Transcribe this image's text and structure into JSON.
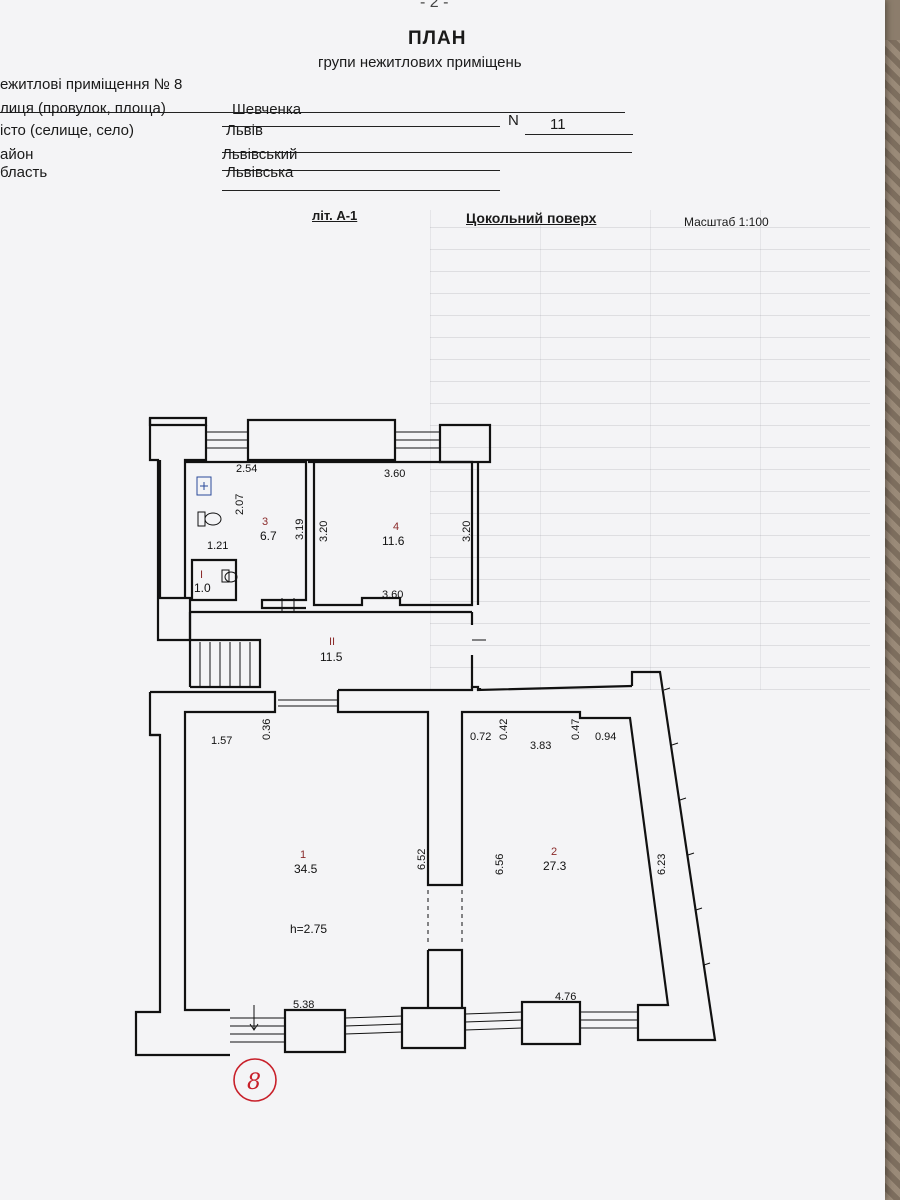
{
  "header": {
    "page_number": "- 2 -",
    "title": "ПЛАН",
    "subtitle": "групи нежитлових приміщень"
  },
  "fields": {
    "premises": "ежитлові приміщення № 8",
    "street_label": "лиця (провулок, площа)",
    "street_value": "Шевченка",
    "number_label": "N",
    "number_value": "11",
    "city_label": "істо (селище, село)",
    "city_value": "Львів",
    "district_label": "айон",
    "district_value": "Львівський",
    "region_label": "бласть",
    "region_value": "Львівська"
  },
  "plan_meta": {
    "letter": "літ. А-1",
    "floor": "Цокольний поверх",
    "scale": "Масштаб 1:100",
    "stamp": "8"
  },
  "rooms": {
    "r1": {
      "number": "1",
      "area": "34.5",
      "height": "h=2.75"
    },
    "r2": {
      "number": "2",
      "area": "27.3"
    },
    "r3": {
      "number": "3",
      "area": "6.7"
    },
    "r4": {
      "number": "4",
      "area": "11.6"
    },
    "rI": {
      "number": "I",
      "area": "1.0"
    },
    "rII": {
      "number": "II",
      "area": "11.5"
    }
  },
  "dimensions": {
    "r3_top": "2.54",
    "r3_side": "2.07",
    "r3_bottom": "1.21",
    "r3_right": "3.19",
    "r4_top": "3.60",
    "r4_left": "3.20",
    "r4_right": "3.20",
    "r4_bottom": "3.60",
    "r1_top": "1.57",
    "r1_niche": "0.36",
    "r1_right": "6.52",
    "r1_bottom": "5.38",
    "r2_left_offset": "0.72",
    "r2_niche_left": "0.42",
    "r2_top": "3.83",
    "r2_niche_right": "0.47",
    "r2_right_offset": "0.94",
    "r2_left": "6.56",
    "r2_right": "6.23",
    "r2_bottom": "4.76"
  }
}
